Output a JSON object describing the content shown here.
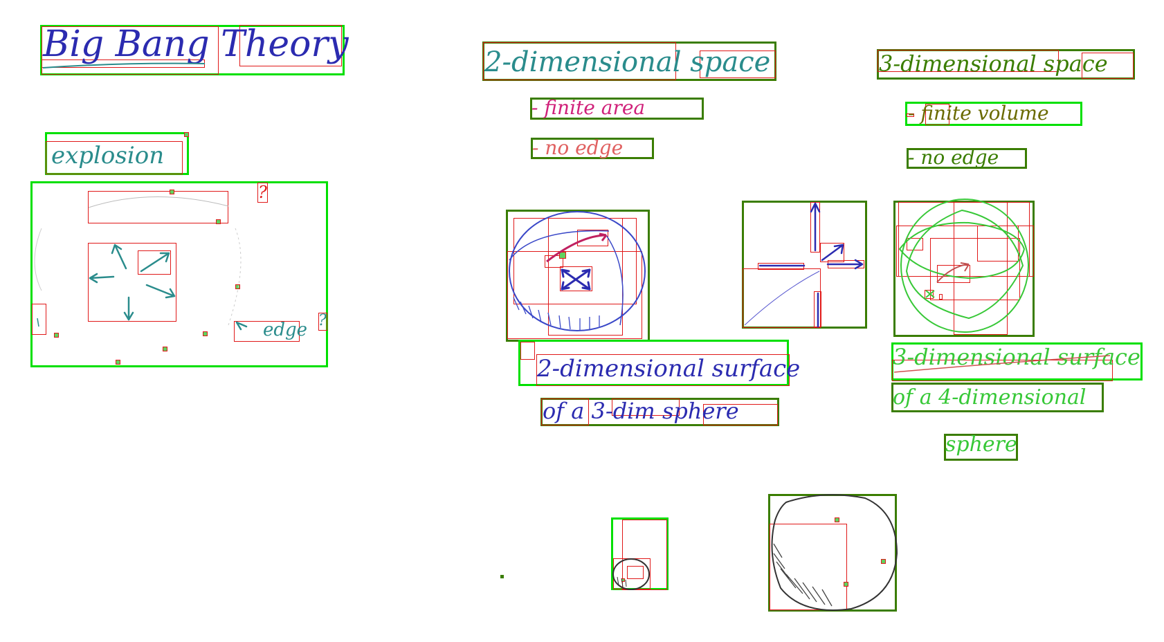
{
  "colors": {
    "green_box": "#00e000",
    "dark_green_box": "#3a7d00",
    "red_box": "#e01818",
    "blue_ink": "#2b2bb0",
    "teal_ink": "#2a8c8c",
    "magenta_ink": "#d0207a",
    "green_ink": "#37c837",
    "gray_ink": "#444444"
  },
  "left": {
    "title": "Big Bang Theory",
    "explosion": "explosion",
    "question1": "?",
    "question2": "?",
    "edge": "edge"
  },
  "middle": {
    "heading": "2-dimensional space",
    "finite": "- finite area",
    "noedge": "- no edge",
    "surface_line1": "2-dimensional surface",
    "surface_line2": "of a 3-dim sphere"
  },
  "right": {
    "heading": "3-dimensional space",
    "finite": "- finite volume",
    "noedge": "- no edge",
    "surface_line1": "3-dimensional surface",
    "surface_line2": "of a 4-dimensional",
    "surface_line3": "sphere"
  }
}
